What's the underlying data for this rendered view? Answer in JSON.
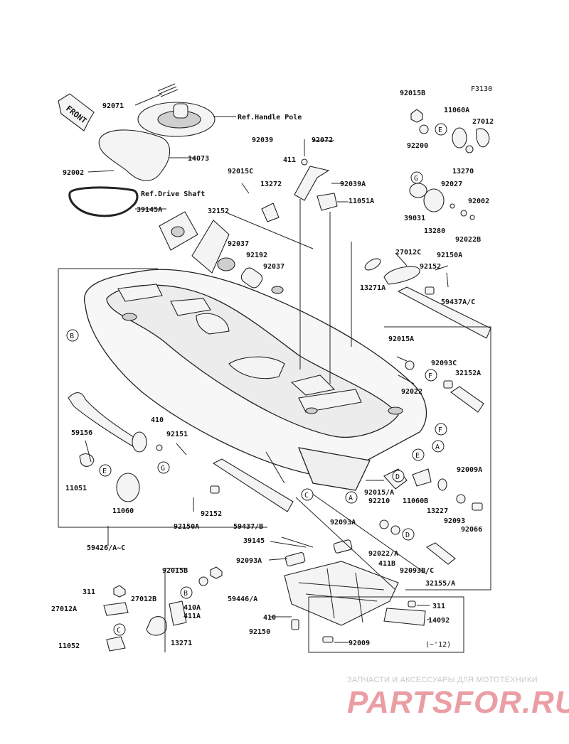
{
  "diagram_code": "F3130",
  "front_label": "FRONT",
  "references": {
    "handle_pole": "Ref.Handle Pole",
    "drive_shaft": "Ref.Drive Shaft"
  },
  "part_labels": [
    "92071",
    "14073",
    "92002",
    "39145A",
    "32152",
    "92037",
    "92192",
    "92037",
    "92039",
    "411",
    "92072",
    "92015C",
    "13272",
    "92039A",
    "11051A",
    "92015B",
    "11060A",
    "27012",
    "92200",
    "13270",
    "92027",
    "92002",
    "39031",
    "13280",
    "92022B",
    "27012C",
    "92150A",
    "92152",
    "13271A",
    "59437A/C",
    "92015A",
    "92093C",
    "32152A",
    "92022",
    "410",
    "92151",
    "59156",
    "11051",
    "11060",
    "92009A",
    "92015/A",
    "92210",
    "11060B",
    "13227",
    "92093",
    "92066",
    "92152",
    "92150A",
    "59437/B",
    "39145",
    "92093A",
    "92093A",
    "92022/A",
    "411B",
    "92093B/C",
    "32155/A",
    "59446/A",
    "59426/A~C",
    "92015B",
    "311",
    "27012B",
    "27012A",
    "410A",
    "411A",
    "11052",
    "13271",
    "410",
    "92150",
    "92009",
    "311",
    "14092"
  ],
  "callout_letters": [
    "B",
    "G",
    "E",
    "G",
    "F",
    "F",
    "E",
    "D",
    "D",
    "C",
    "A",
    "A",
    "C",
    "B",
    "E"
  ],
  "note_years": "(~'12)",
  "watermark": {
    "subtitle": "ЗАПЧАСТИ И АКСЕССУАРЫ ДЛЯ МОТОТЕХНИКИ",
    "logo": "PARTSFOR.RU"
  }
}
